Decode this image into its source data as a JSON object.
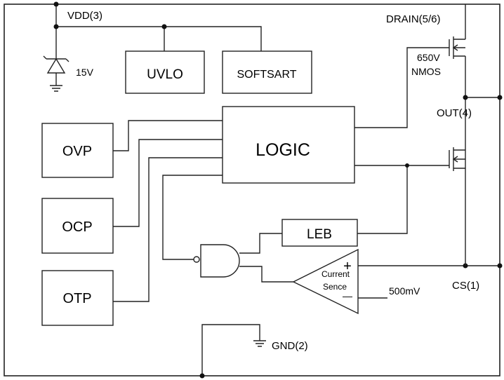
{
  "pins": {
    "vdd": "VDD(3)",
    "drain": "DRAIN(5/6)",
    "out": "OUT(4)",
    "cs": "CS(1)",
    "gnd": "GND(2)"
  },
  "blocks": {
    "uvlo": "UVLO",
    "softstart": "SOFTSART",
    "logic": "LOGIC",
    "ovp": "OVP",
    "ocp": "OCP",
    "otp": "OTP",
    "leb": "LEB"
  },
  "comparator": {
    "line1": "Current",
    "line2": "Sence",
    "plus": "+",
    "minus": "—"
  },
  "labels": {
    "zener": "15V",
    "mosfet_voltage": "650V",
    "mosfet_type": "NMOS",
    "reference": "500mV"
  }
}
